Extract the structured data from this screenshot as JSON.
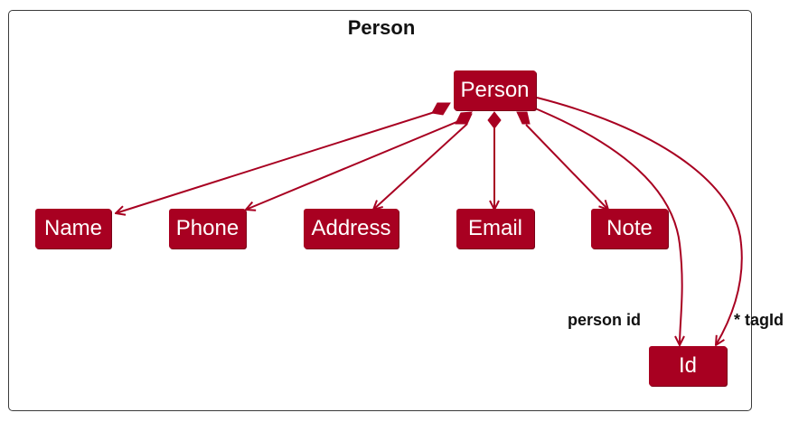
{
  "package": {
    "title": "Person"
  },
  "classes": {
    "person": "Person",
    "name": "Name",
    "phone": "Phone",
    "address": "Address",
    "email": "Email",
    "note": "Note",
    "id": "Id"
  },
  "edge_labels": {
    "person_id": "person id",
    "tag_id": "* tagId"
  },
  "colors": {
    "node_fill": "#a80021",
    "edge": "#a80021",
    "frame": "#3a3a3a"
  },
  "relations": [
    {
      "from": "Person",
      "to": "Name",
      "type": "composition"
    },
    {
      "from": "Person",
      "to": "Phone",
      "type": "composition"
    },
    {
      "from": "Person",
      "to": "Address",
      "type": "composition"
    },
    {
      "from": "Person",
      "to": "Email",
      "type": "composition"
    },
    {
      "from": "Person",
      "to": "Note",
      "type": "composition"
    },
    {
      "from": "Person",
      "to": "Id",
      "type": "association"
    },
    {
      "from": "Person",
      "to": "Id",
      "type": "association"
    }
  ]
}
